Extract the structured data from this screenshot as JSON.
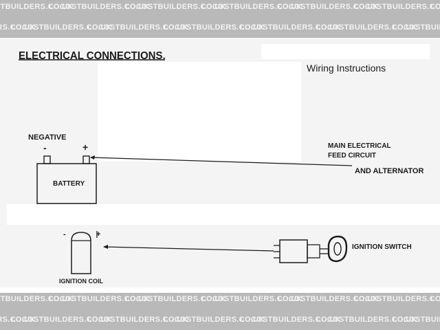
{
  "watermark": {
    "text": "LOCOSTBUILDERS.CO.UK",
    "band_color": "#b9b9b9",
    "text_color": "#f2f2f2"
  },
  "diagram": {
    "title": "ELECTRICAL CONNECTIONS.",
    "subtitle": "Wiring Instructions",
    "battery": {
      "label": "BATTERY",
      "terminal_label": "NEGATIVE",
      "negative_sign": "-",
      "positive_sign": "+"
    },
    "feed": {
      "line1": "MAIN ELECTRICAL",
      "line2": "FEED CIRCUIT",
      "line3": "AND ALTERNATOR"
    },
    "coil": {
      "label": "IGNITION COIL",
      "negative_sign": "-",
      "positive_sign": "+"
    },
    "switch": {
      "label": "IGNITION SWITCH"
    }
  }
}
